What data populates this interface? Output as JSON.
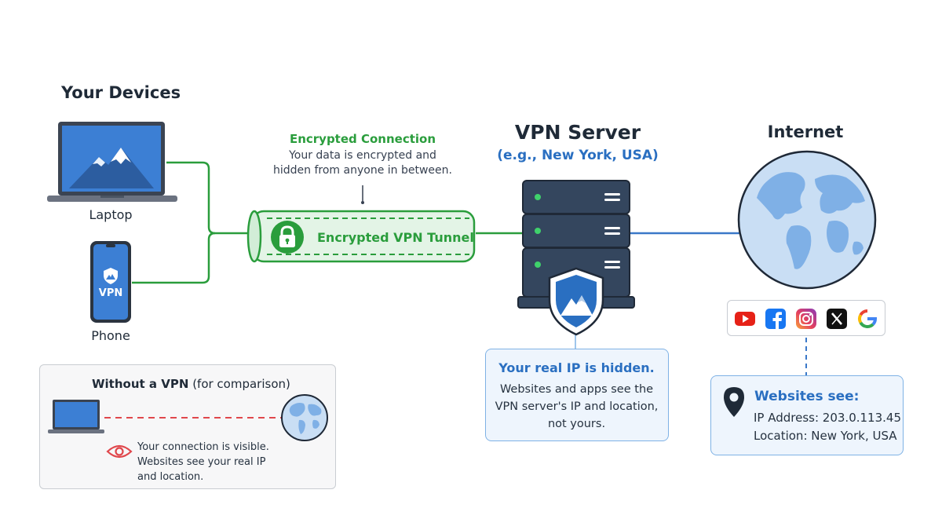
{
  "devices": {
    "title": "Your Devices",
    "laptop_label": "Laptop",
    "phone_label": "Phone",
    "phone_screen_text": "VPN"
  },
  "encryption": {
    "title": "Encrypted Connection",
    "description": "Your data is encrypted and hidden from anyone in between."
  },
  "tunnel": {
    "label": "Encrypted VPN Tunnel"
  },
  "server": {
    "title": "VPN Server",
    "subtitle": "(e.g., New York, USA)",
    "info_title": "Your real IP is hidden.",
    "info_text": "Websites and apps see the VPN server's IP and location, not yours."
  },
  "internet": {
    "title": "Internet",
    "services": [
      "youtube-icon",
      "facebook-icon",
      "instagram-icon",
      "x-icon",
      "google-icon"
    ],
    "sees_title": "Websites see:",
    "ip_line": "IP Address: 203.0.113.45",
    "location_line": "Location: New York, USA"
  },
  "comparison": {
    "title_bold": "Without a VPN",
    "title_rest": " (for comparison)",
    "line1": "Your connection is visible.",
    "line2": "Websites see your real IP",
    "line3": "and location."
  },
  "colors": {
    "encrypted_green": "#2a9d3c",
    "server_navy": "#34465e",
    "internet_blue": "#2a6fc1",
    "exposed_red": "#e0474c"
  }
}
